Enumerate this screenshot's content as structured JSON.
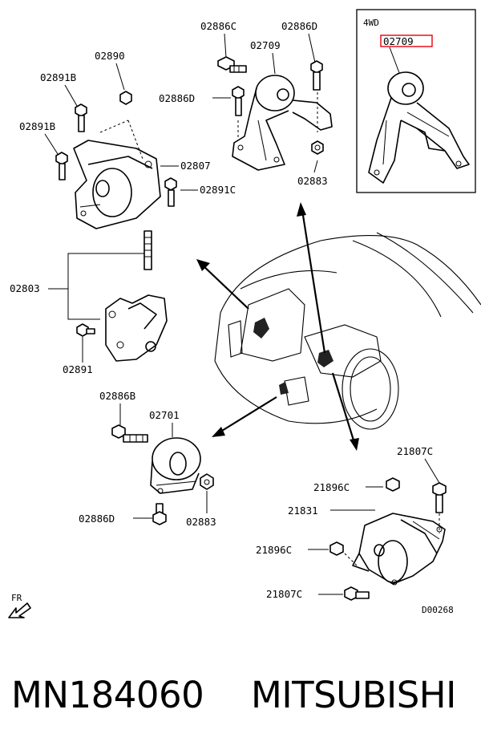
{
  "labels": {
    "l_02886C_top": "02886C",
    "l_02709_top": "02709",
    "l_02886D_top": "02886D",
    "l_02886D_left": "02886D",
    "l_02883_top": "02883",
    "l_02890": "02890",
    "l_02891B_a": "02891B",
    "l_02891B_b": "02891B",
    "l_02807": "02807",
    "l_02891C": "02891C",
    "l_02803": "02803",
    "l_02891": "02891",
    "l_02886B": "02886B",
    "l_02701": "02701",
    "l_02886D_bottom": "02886D",
    "l_02883_bottom": "02883",
    "l_21807C_a": "21807C",
    "l_21896C_a": "21896C",
    "l_21831": "21831",
    "l_21896C_b": "21896C",
    "l_21807C_b": "21807C",
    "l_4wd": "4WD",
    "l_02709_inset": "02709",
    "l_fr": "FR",
    "l_code": "D00268"
  },
  "highlight_color": "#e8000b",
  "footer": {
    "part_number": "MN184060",
    "brand": "MITSUBISHI"
  }
}
